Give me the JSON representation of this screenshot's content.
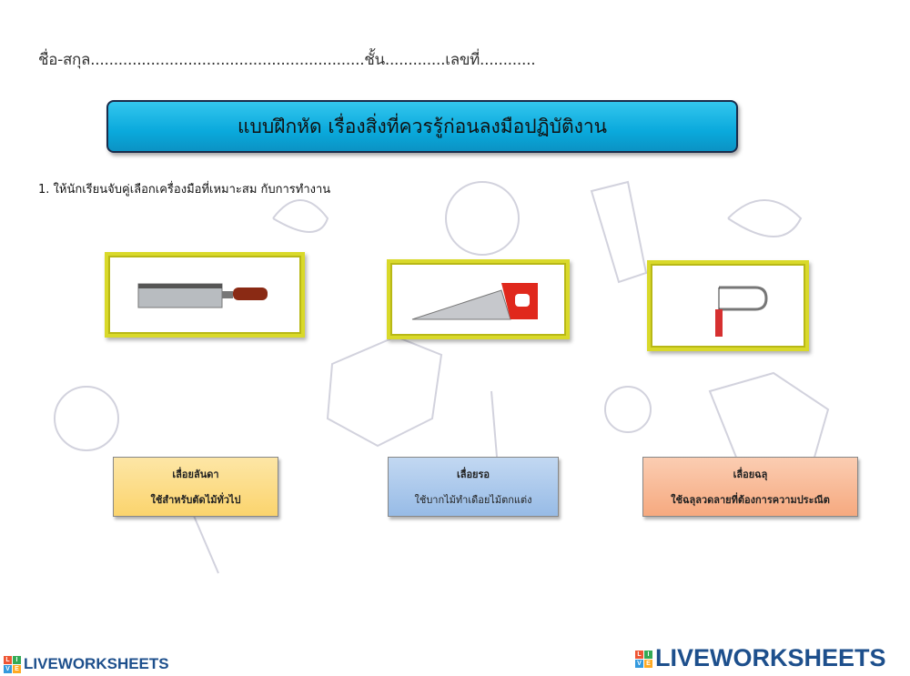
{
  "header": {
    "name_line": "ชื่อ-สกุล...........................................................ชั้น.............เลขที่............"
  },
  "title": "แบบฝึกหัด เรื่องสิ่งที่ควรรู้ก่อนลงมือปฏิบัติงาน",
  "instruction": "1. ให้นักเรียนจับคู่เลือกเครื่องมือที่เหมาะสม กับการทำงาน",
  "images": [
    {
      "icon": "tenon-saw-image"
    },
    {
      "icon": "hand-saw-image"
    },
    {
      "icon": "coping-saw-image"
    }
  ],
  "cards": [
    {
      "name": "เลื่อยลันดา",
      "desc": "ใช้สำหรับตัดไม้ทั่วไป",
      "color": "#fbd97a"
    },
    {
      "name": "เลื่อยรอ",
      "desc": "ใช้บากไม้ทำเดือยไม้ตกแต่ง",
      "color": "#a9c8ec"
    },
    {
      "name": "เลื่อยฉลุ",
      "desc": "ใช้ฉลุลวดลายที่ต้องการความประณีต",
      "color": "#f8b896"
    }
  ],
  "footer": {
    "logo_text": "LIVEWORKSHEETS"
  }
}
